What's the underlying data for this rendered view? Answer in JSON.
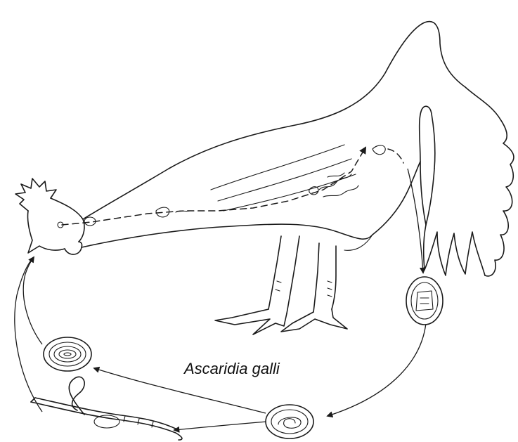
{
  "diagram": {
    "label": "Ascaridia galli",
    "colors": {
      "ink": "#1a1a1a",
      "background": "#ffffff"
    },
    "icons": [
      "chicken-illustration",
      "egg-in-feces",
      "embryonating-egg",
      "infective-egg",
      "hatched-larva"
    ]
  }
}
